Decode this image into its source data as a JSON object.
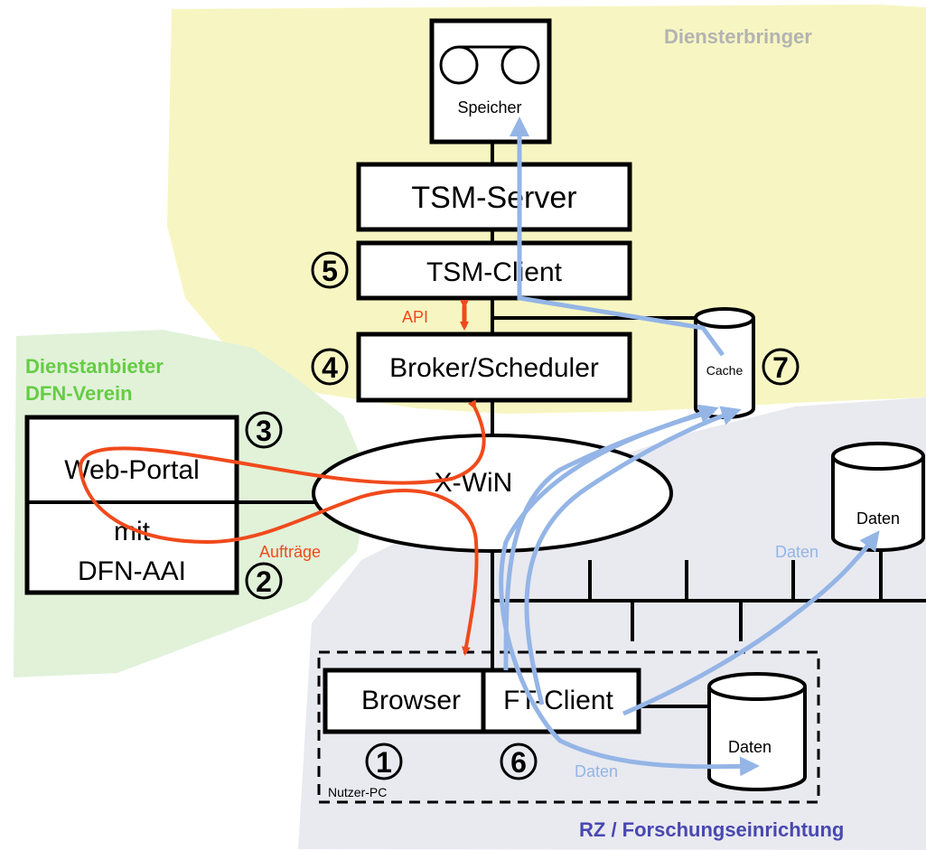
{
  "regions": {
    "provider": "Diensterbringer",
    "service_offerer_line1": "Dienstanbieter",
    "service_offerer_line2": "DFN-Verein",
    "research": "RZ / Forschungseinrichtung"
  },
  "nodes": {
    "storage": "Speicher",
    "tsm_server": "TSM-Server",
    "tsm_client": "TSM-Client",
    "broker": "Broker/Scheduler",
    "cache": "Cache",
    "xwin": "X-WiN",
    "web_portal": "Web-Portal",
    "mit": "mit",
    "dfn_aai": "DFN-AAI",
    "browser": "Browser",
    "ft_client": "FT-Client",
    "data_right": "Daten",
    "data_user": "Daten",
    "nutzer_pc": "Nutzer-PC"
  },
  "labels": {
    "api": "API",
    "auftraege": "Aufträge",
    "daten_right": "Daten",
    "daten_bottom": "Daten"
  },
  "numbers": {
    "n1": "1",
    "n2": "2",
    "n3": "3",
    "n4": "4",
    "n5": "5",
    "n6": "6",
    "n7": "7"
  },
  "colors": {
    "provider_bg": "#f7f6c2",
    "offerer_bg": "#e1f2d9",
    "research_bg": "#e9e9f0",
    "red": "#f04a1c",
    "blue": "#94b5e6",
    "green_text": "#66cc44",
    "navy_text": "#4848b0",
    "grey_text": "#b3b3b3"
  }
}
